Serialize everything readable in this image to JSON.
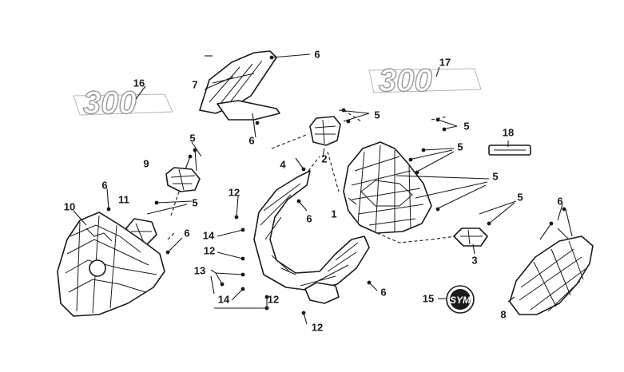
{
  "callouts": [
    {
      "id": "c1",
      "text": "1"
    },
    {
      "id": "c2",
      "text": "2"
    },
    {
      "id": "c3",
      "text": "3"
    },
    {
      "id": "c4",
      "text": "4"
    },
    {
      "id": "c5a",
      "text": "5"
    },
    {
      "id": "c5b",
      "text": "5"
    },
    {
      "id": "c5c",
      "text": "5"
    },
    {
      "id": "c5d",
      "text": "5"
    },
    {
      "id": "c5e",
      "text": "5"
    },
    {
      "id": "c5f",
      "text": "5"
    },
    {
      "id": "c5g",
      "text": "5"
    },
    {
      "id": "c6a",
      "text": "6"
    },
    {
      "id": "c6b",
      "text": "6"
    },
    {
      "id": "c6c",
      "text": "6"
    },
    {
      "id": "c6d",
      "text": "6"
    },
    {
      "id": "c6e",
      "text": "6"
    },
    {
      "id": "c6f",
      "text": "6"
    },
    {
      "id": "c6g",
      "text": "6"
    },
    {
      "id": "c7",
      "text": "7"
    },
    {
      "id": "c8",
      "text": "8"
    },
    {
      "id": "c9",
      "text": "9"
    },
    {
      "id": "c10",
      "text": "10"
    },
    {
      "id": "c11",
      "text": "11"
    },
    {
      "id": "c12a",
      "text": "12"
    },
    {
      "id": "c12b",
      "text": "12"
    },
    {
      "id": "c12c",
      "text": "12"
    },
    {
      "id": "c12d",
      "text": "12"
    },
    {
      "id": "c13",
      "text": "13"
    },
    {
      "id": "c14a",
      "text": "14"
    },
    {
      "id": "c14b",
      "text": "14"
    },
    {
      "id": "c15",
      "text": "15"
    },
    {
      "id": "c16",
      "text": "16"
    },
    {
      "id": "c17",
      "text": "17"
    },
    {
      "id": "c18",
      "text": "18"
    }
  ],
  "decals": {
    "left_300": "300",
    "right_300": "300",
    "emblem": "SYM"
  }
}
